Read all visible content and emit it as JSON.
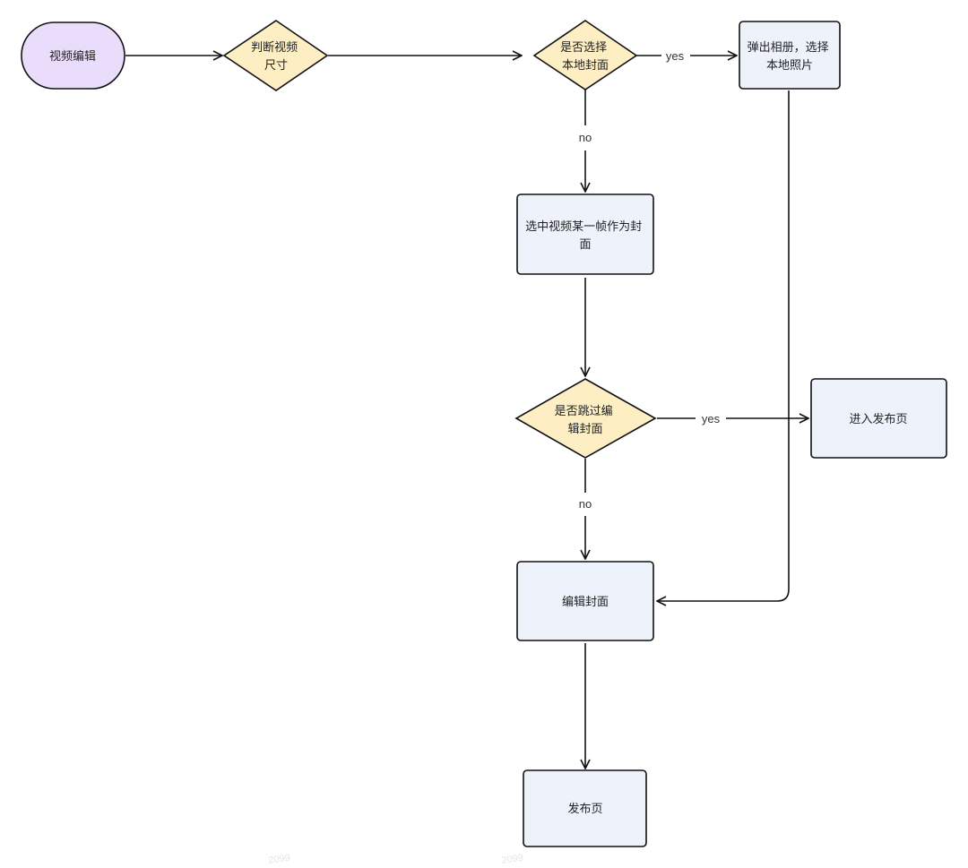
{
  "nodes": {
    "start": {
      "lines": [
        "视频编辑"
      ]
    },
    "judge_size": {
      "lines": [
        "判断视频",
        "尺寸"
      ]
    },
    "choose_local": {
      "lines": [
        "是否选择",
        "本地封面"
      ]
    },
    "album": {
      "lines": [
        "弹出相册，选择",
        "本地照片"
      ]
    },
    "pick_frame": {
      "lines": [
        "选中视频某一帧作为封",
        "面"
      ]
    },
    "skip_edit": {
      "lines": [
        "是否跳过编",
        "辑封面"
      ]
    },
    "publish_page": {
      "lines": [
        "进入发布页"
      ]
    },
    "edit_cover": {
      "lines": [
        "编辑封面"
      ]
    },
    "final": {
      "lines": [
        "发布页"
      ]
    }
  },
  "edges": {
    "choose_yes": "yes",
    "choose_no": "no",
    "skip_yes": "yes",
    "skip_no": "no"
  },
  "colors": {
    "start_fill": "#eadcfb",
    "decision_fill": "#fdefc3",
    "process_fill": "#edf2fb",
    "stroke": "#111111"
  }
}
